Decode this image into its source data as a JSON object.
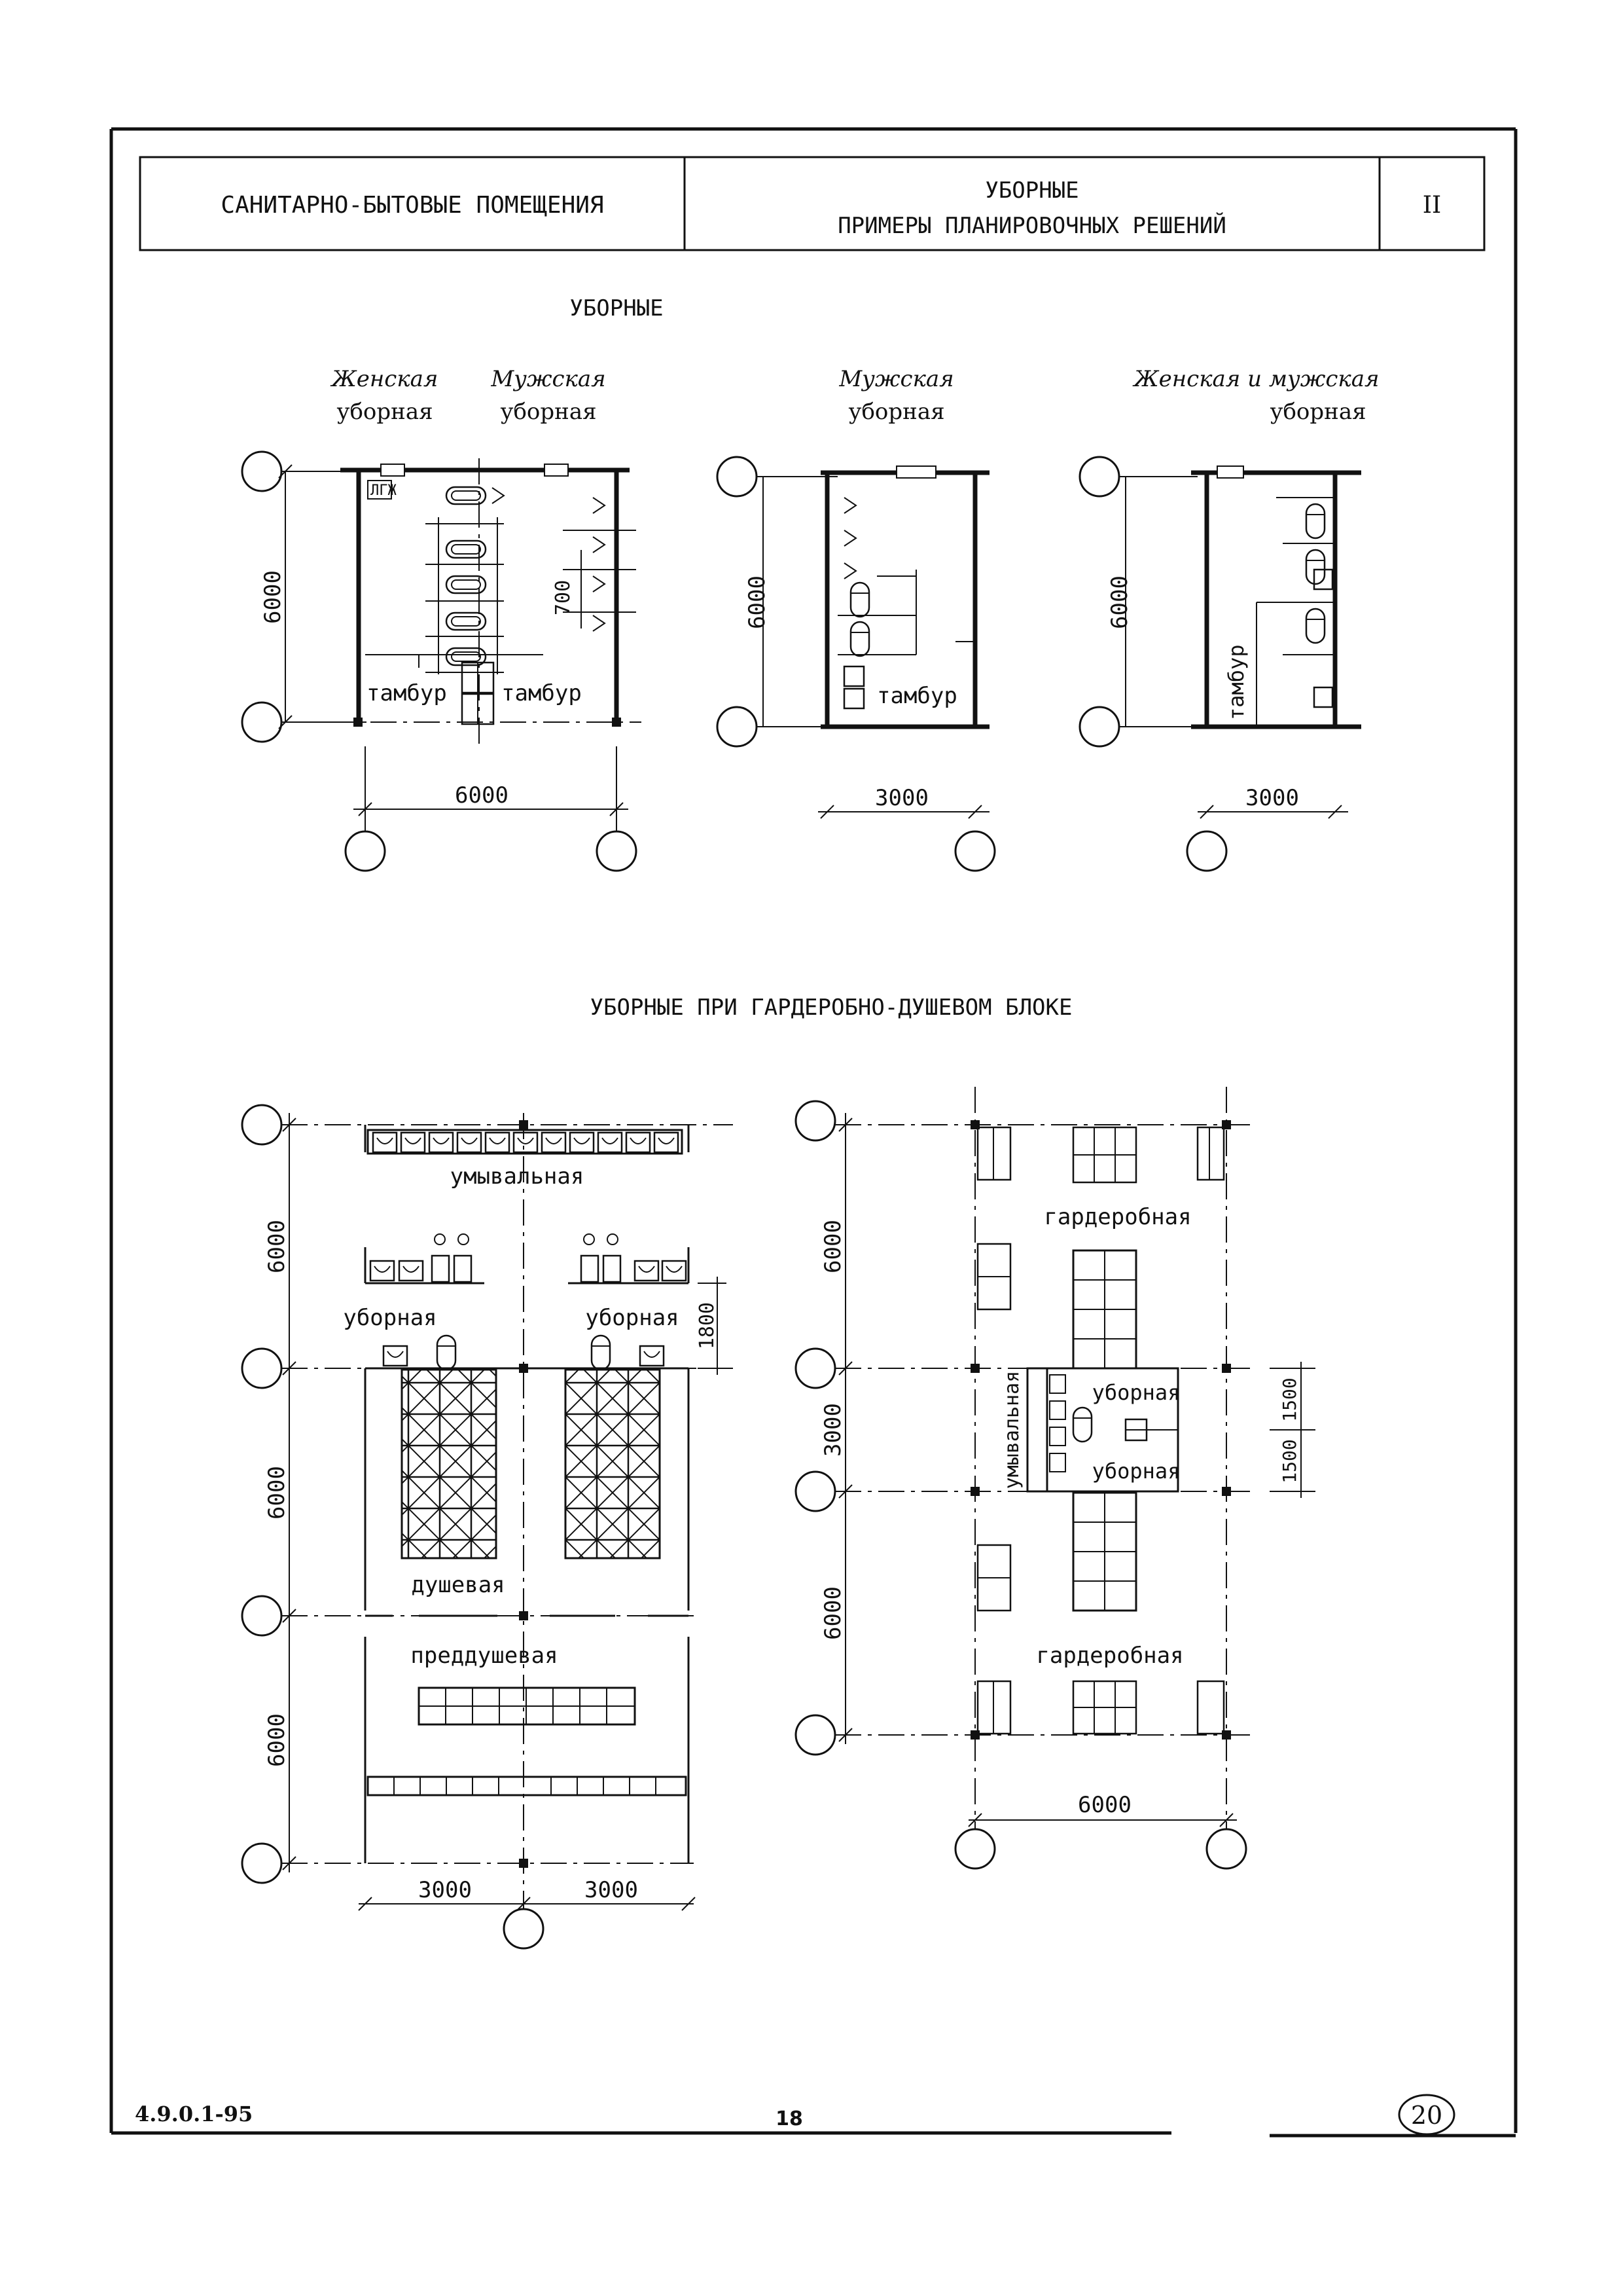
{
  "header": {
    "left": "САНИТАРНО-БЫТОВЫЕ ПОМЕЩЕНИЯ",
    "center_line1": "УБОРНЫЕ",
    "center_line2": "ПРИМЕРЫ ПЛАНИРОВОЧНЫХ РЕШЕНИЙ",
    "right": "II"
  },
  "section1": {
    "title": "УБОРНЫЕ",
    "plan1": {
      "label_left_1": "Женская",
      "label_left_2": "уборная",
      "label_right_1": "Мужская",
      "label_right_2": "уборная",
      "lgzh": "ЛГЖ",
      "tambur_left": "тамбур",
      "tambur_right": "тамбур",
      "dim_height": "6000",
      "dim_width": "6000",
      "dim_small": "700"
    },
    "plan2": {
      "label_1": "Мужская",
      "label_2": "уборная",
      "tambur": "тамбур",
      "dim_height": "6000",
      "dim_width": "3000"
    },
    "plan3": {
      "label_1": "Женская и мужская",
      "label_2": "уборная",
      "tambur": "тамбур",
      "dim_height": "6000",
      "dim_width": "3000"
    }
  },
  "section2": {
    "title": "УБОРНЫЕ ПРИ ГАРДЕРОБНО-ДУШЕВОМ БЛОКЕ",
    "plan4": {
      "umyvalnaya": "умывальная",
      "ubornaya_left": "уборная",
      "ubornaya_right": "уборная",
      "dushevaya": "душевая",
      "predd": "преддушевая",
      "dim_h1": "6000",
      "dim_h2": "6000",
      "dim_h3": "6000",
      "dim_1800": "1800",
      "dim_w1": "3000",
      "dim_w2": "3000"
    },
    "plan5": {
      "garderob_top": "гардеробная",
      "garderob_bottom": "гардеробная",
      "umyvalnaya": "умывальная",
      "ubornaya_top": "уборная",
      "ubornaya_bottom": "уборная",
      "dim_h1": "6000",
      "dim_h2": "3000",
      "dim_h3": "6000",
      "dim_1500a": "1500",
      "dim_1500b": "1500",
      "dim_w": "6000"
    }
  },
  "footer": {
    "code": "4.9.0.1-95",
    "page": "18",
    "stamp": "20"
  }
}
